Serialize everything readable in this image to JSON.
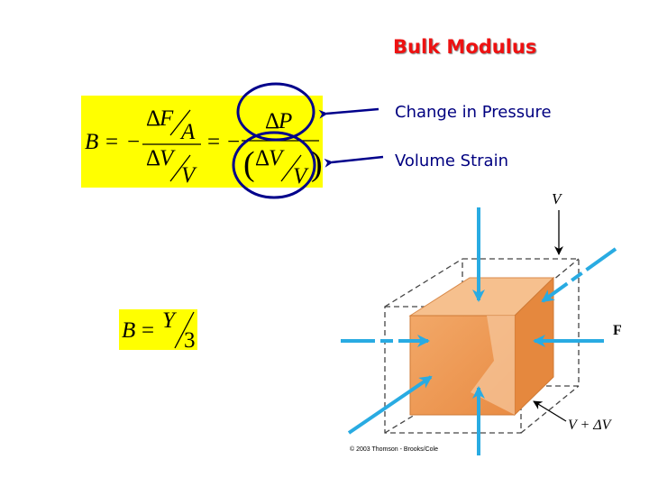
{
  "title": "Bulk Modulus",
  "annotations": {
    "pressure_label": "Change in Pressure",
    "strain_label": "Volume Strain"
  },
  "equation_main": {
    "lhs": "B",
    "eq": "=",
    "minus": "−",
    "delta": "Δ",
    "F": "F",
    "A": "A",
    "V": "V",
    "P": "P",
    "lparen": "(",
    "rparen": ")"
  },
  "equation_y": {
    "lhs": "B",
    "eq": "=",
    "Y": "Y",
    "three": "3"
  },
  "figure": {
    "label_top": "V",
    "label_force": "F",
    "label_bottom": "V + ΔV",
    "credit": "© 2003 Thomson - Brooks/Cole"
  },
  "colors": {
    "title": "#ee1111",
    "label": "#000080",
    "highlight": "#ffff00",
    "circle": "#00008b",
    "arrow_blue": "#29abe2",
    "cube_fill": "#f0a060"
  }
}
